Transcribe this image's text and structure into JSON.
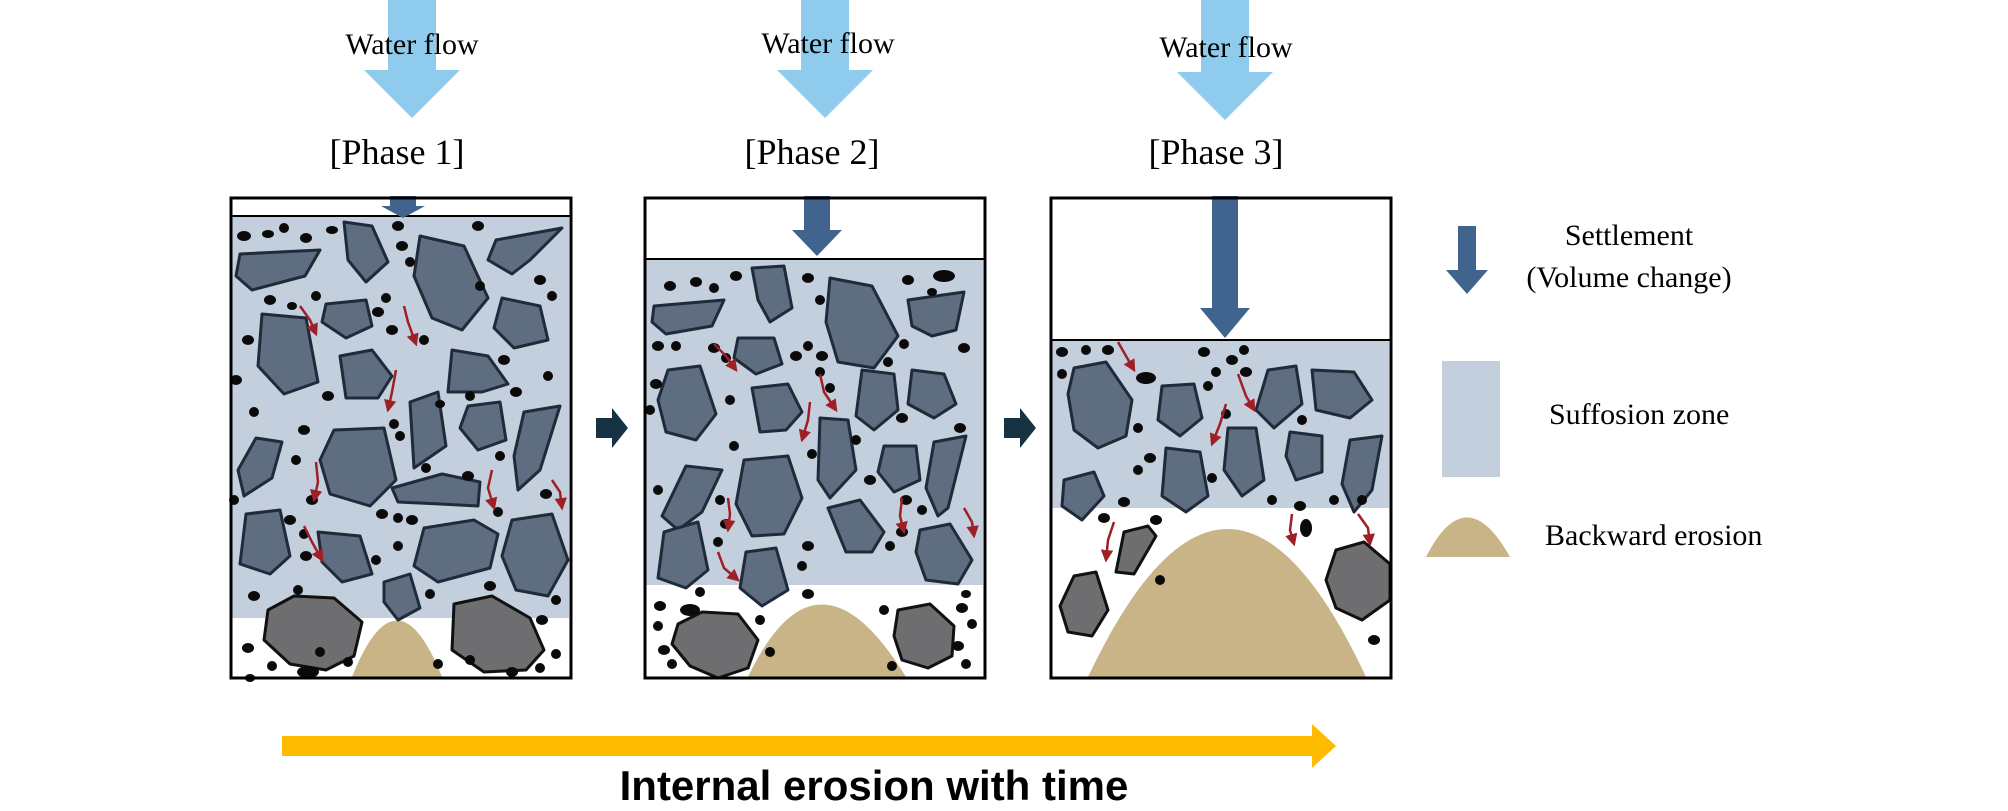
{
  "phases": [
    {
      "water_label": "Water flow",
      "label": "[Phase 1]"
    },
    {
      "water_label": "Water flow",
      "label": "[Phase 2]"
    },
    {
      "water_label": "Water flow",
      "label": "[Phase 3]"
    }
  ],
  "legend": {
    "settlement_line1": "Settlement",
    "settlement_line2": "(Volume change)",
    "suffosion": "Suffosion zone",
    "backward": "Backward erosion"
  },
  "timeline": {
    "label": "Internal erosion with time"
  },
  "colors": {
    "water": "#8ecbec",
    "settlement": "#41648f",
    "suffosion_zone": "#c4cfdd",
    "stone_fill": "#5e6d80",
    "stone_stroke": "#1f2b3a",
    "dark_stone_fill": "#6e6e70",
    "sand": "#c8b486",
    "fine_particle": "#0a0a0a",
    "migration_arrow": "#9e1f25",
    "timeline_arrow": "#ffbb00",
    "step_arrow": "#163243"
  }
}
